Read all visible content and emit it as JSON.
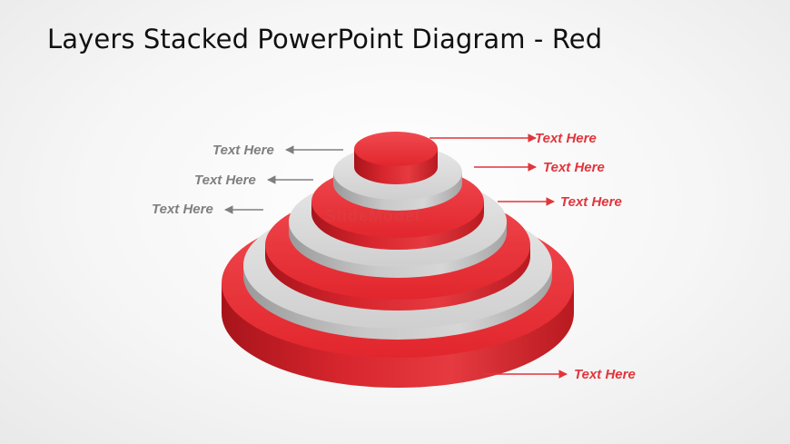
{
  "slide": {
    "title": "Layers Stacked PowerPoint Diagram - Red"
  },
  "watermark": "SlideModel",
  "labels": {
    "left": [
      "Text Here",
      "Text Here",
      "Text Here"
    ],
    "right": [
      "Text Here",
      "Text Here",
      "Text Here",
      "Text Here"
    ]
  },
  "colors": {
    "red_layer": "#e8343b",
    "gray_layer": "#d2d2d2",
    "gray_text": "#7f7f7f",
    "red_text": "#e1353b"
  },
  "layers": [
    "red",
    "gray",
    "red",
    "gray",
    "red",
    "gray",
    "red"
  ]
}
